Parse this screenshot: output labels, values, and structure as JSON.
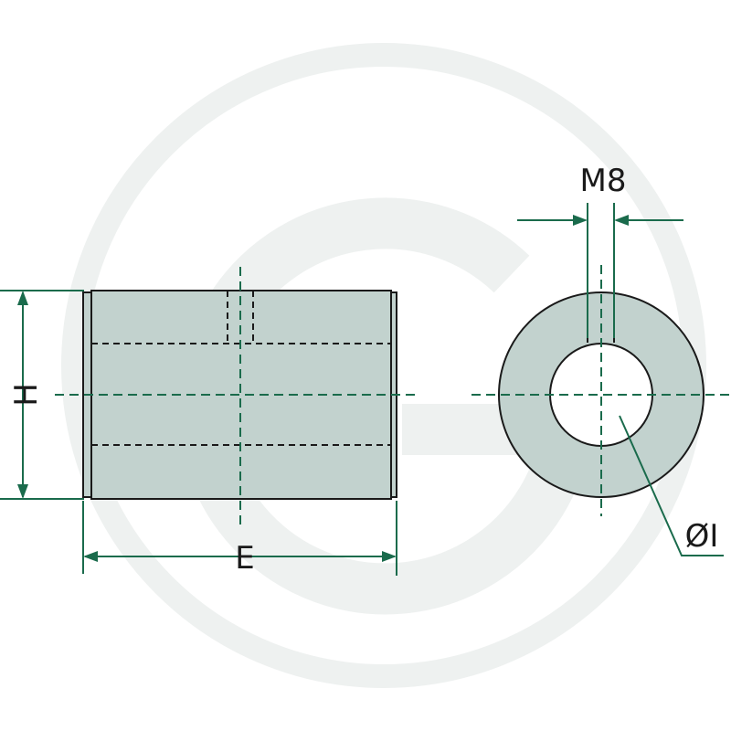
{
  "labels": {
    "height": "H",
    "length": "E",
    "thread": "M8",
    "inner_diameter": "ØI"
  },
  "colors": {
    "body_fill": "#c2d2ce",
    "outline": "#1a1a1a",
    "dimension": "#1a6b4c",
    "watermark": "#eef1f0"
  }
}
